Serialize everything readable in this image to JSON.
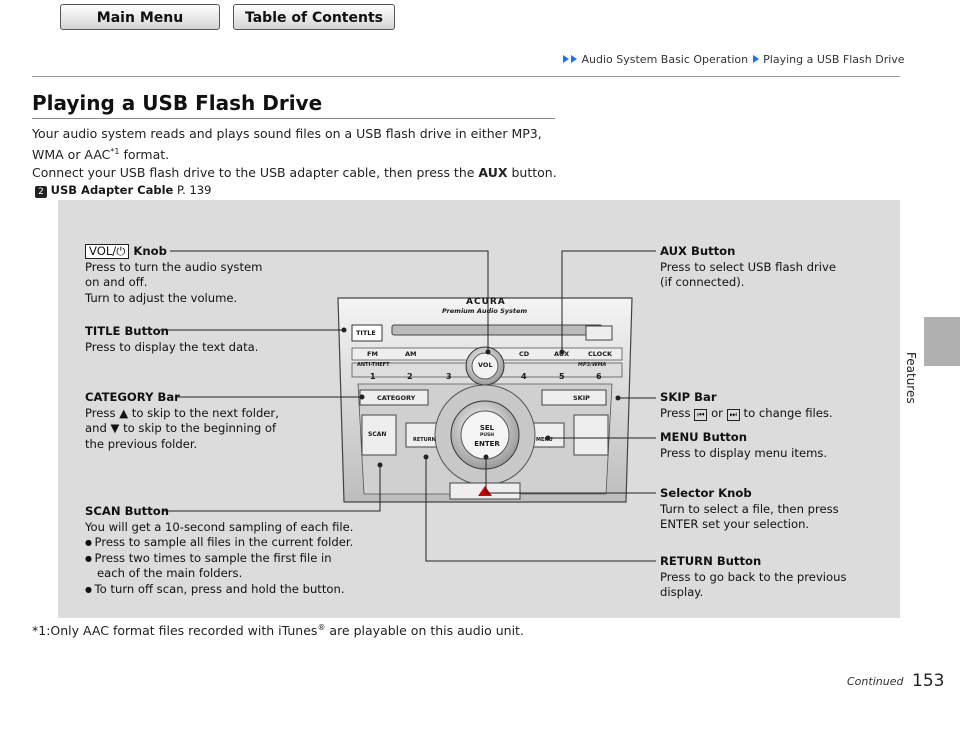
{
  "nav": {
    "main_menu": "Main Menu",
    "toc": "Table of Contents"
  },
  "breadcrumb": {
    "section": "Audio System Basic Operation",
    "page": "Playing a USB Flash Drive"
  },
  "side_tab": "Features",
  "title": "Playing a USB Flash Drive",
  "intro": {
    "line1": "Your audio system reads and plays sound files on a USB flash drive in either MP3,",
    "line2a": "WMA or AAC",
    "line2_sup": "*1",
    "line2b": " format.",
    "line3a": "Connect your USB flash drive to the USB adapter cable, then press the ",
    "line3_bold": "AUX",
    "line3b": " button.",
    "ref_label": "USB Adapter Cable",
    "ref_page": "P. 139"
  },
  "labels": {
    "vol_badge": "VOL/⏻",
    "knob_title": " Knob",
    "knob_l1": "Press to turn the audio system",
    "knob_l2": "on and off.",
    "knob_l3": "Turn to adjust the volume.",
    "title_btn": "TITLE Button",
    "title_desc": "Press to display the text data.",
    "cat_title": "CATEGORY Bar",
    "cat_l1": "Press ▲ to skip to the next folder,",
    "cat_l2": "and ▼ to skip to the beginning of",
    "cat_l3": "the previous folder.",
    "scan_title": "SCAN Button",
    "scan_l1": "You will get a 10-second sampling of each file.",
    "scan_b1": "Press to sample all files in the current folder.",
    "scan_b2a": "Press two times to sample the first file in",
    "scan_b2b": "each of the main folders.",
    "scan_b3": "To turn off scan, press and hold the button.",
    "aux_title": "AUX Button",
    "aux_l1": "Press to select USB flash drive",
    "aux_l2": "(if connected).",
    "skip_title": "SKIP Bar",
    "skip_l1a": "Press ",
    "skip_l1b": " or ",
    "skip_l1c": " to change files.",
    "menu_title": "MENU Button",
    "menu_l1": "Press to display menu items.",
    "sel_title": "Selector Knob",
    "sel_l1": "Turn to select a file, then press",
    "sel_l2": "ENTER set your selection.",
    "ret_title": "RETURN Button",
    "ret_l1": "Press to go back to the previous",
    "ret_l2": "display."
  },
  "unit": {
    "brand": "ACURA",
    "subtitle": "Premium Audio System",
    "title_key": "TITLE",
    "fm": "FM",
    "am": "AM",
    "cd": "CD",
    "aux": "AUX",
    "clock": "CLOCK",
    "anti_theft": "ANTI-THEFT",
    "mp3": "MP3/WMA",
    "vol": "VOL",
    "presets": [
      "1",
      "2",
      "3",
      "4",
      "5",
      "6"
    ],
    "category": "CATEGORY",
    "skip": "SKIP",
    "scan": "SCAN",
    "return": "RETURN",
    "sel": "SEL",
    "push": "PUSH",
    "enter": "ENTER",
    "menu": "MENU"
  },
  "footnote": {
    "a": "*1:Only AAC format files recorded with iTunes",
    "reg": "®",
    "b": " are playable on this audio unit."
  },
  "continued": "Continued",
  "page_number": "153"
}
